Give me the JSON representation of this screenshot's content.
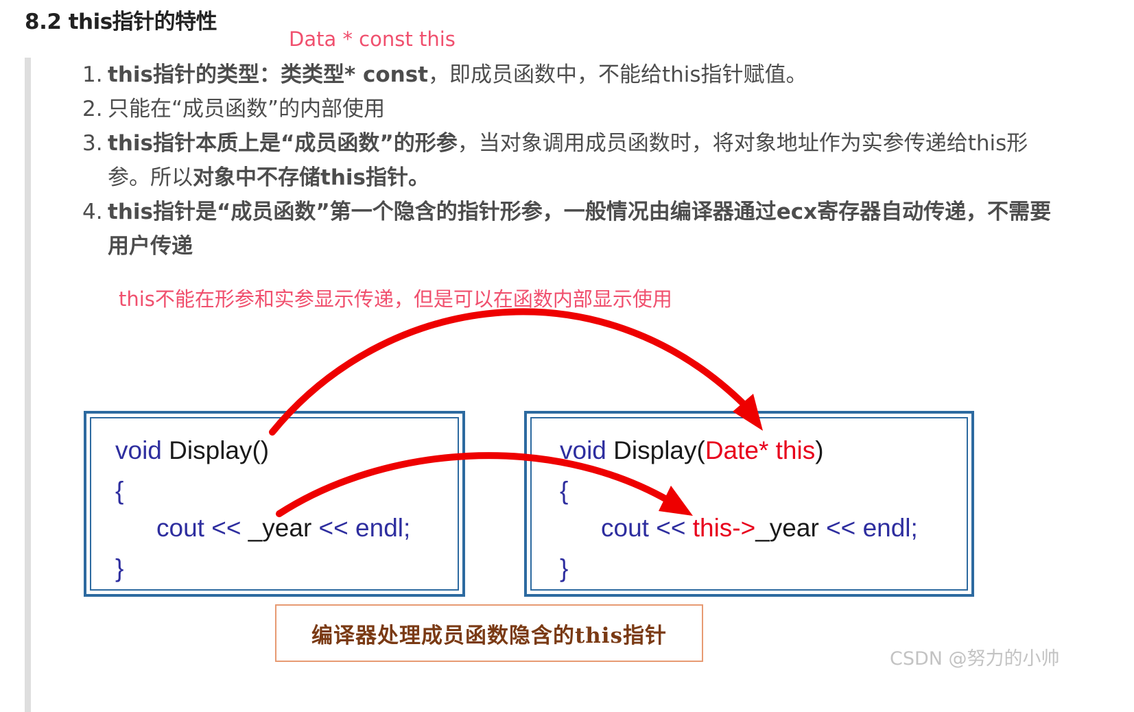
{
  "heading": "8.2 this指针的特性",
  "note_top": "Data * const  this",
  "points": [
    {
      "num": "1.",
      "parts": [
        {
          "text": "this指针的类型：类类型* const",
          "bold": true
        },
        {
          "text": "，即成员函数中，不能给this指针赋值。",
          "bold": false
        }
      ]
    },
    {
      "num": "2.",
      "parts": [
        {
          "text": "只能在“成员函数”的内部使用",
          "bold": false
        }
      ]
    },
    {
      "num": "3.",
      "parts": [
        {
          "text": "this指针本质上是“成员函数”的形参",
          "bold": true
        },
        {
          "text": "，当对象调用成员函数时，将对象地址作为实参传递给this形参。所以",
          "bold": false
        },
        {
          "text": "对象中不存储this指针。",
          "bold": true
        }
      ]
    },
    {
      "num": "4.",
      "parts": [
        {
          "text": "this指针是“成员函数”第一个隐含的指针形参，一般情况由编译器通过ecx寄存器自动传递，不需要用户传递",
          "bold": true
        }
      ]
    }
  ],
  "note_mid": "this不能在形参和实参显示传递，但是可以在函数内部显示使用",
  "code_left": {
    "line1_kw": "void",
    "line1_rest": " Display()",
    "line2": "{",
    "line3_kw": "cout <<",
    "line3_mid": " _year",
    "line3_tail": " << endl;",
    "line4": "}"
  },
  "code_right": {
    "line1_kw": "void",
    "line1_rest": " Display(",
    "line1_hl": "Date* this",
    "line1_end": ")",
    "line2": "{",
    "line3_kw": "cout <<",
    "line3_hl": " this->",
    "line3_mid": "_year",
    "line3_tail": " << endl;",
    "line4": "}"
  },
  "caption": "编译器处理成员函数隐含的this指针",
  "watermark": "CSDN @努力的小帅",
  "colors": {
    "red_note": "#f0506e",
    "arrow": "#ee0000",
    "box_border": "#2d6aa0",
    "keyword": "#2e2e9f",
    "highlight": "#e8001c"
  }
}
